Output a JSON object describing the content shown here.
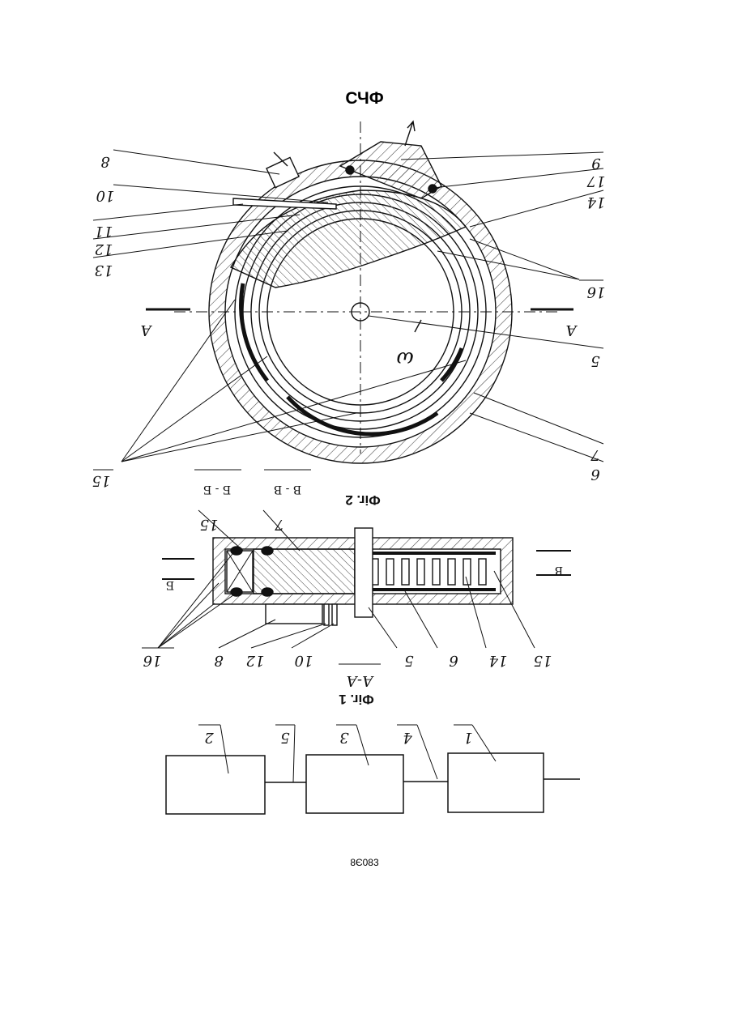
{
  "header": {
    "code": "СЧФ"
  },
  "footer": {
    "number": "8Є083"
  },
  "figures": {
    "fig2": {
      "caption": "Фiг. 2",
      "labels": [
        "8",
        "10",
        "11",
        "12",
        "13",
        "9",
        "17",
        "14",
        "16",
        "5",
        "7",
        "6",
        "15"
      ],
      "section_left": "А",
      "section_right": "А",
      "omega": "ω",
      "section_bb": "Б - Б",
      "section_vv": "В - В"
    },
    "fig1": {
      "caption": "Фiг. 1",
      "section_title": "А-А",
      "labels": [
        "16",
        "8",
        "12",
        "10",
        "5",
        "6",
        "14",
        "15",
        "7",
        "15"
      ],
      "section_b": "Б",
      "section_v": "В"
    },
    "block_diagram": {
      "blocks": [
        "2",
        "3",
        "1"
      ],
      "links": [
        "5",
        "4"
      ]
    }
  },
  "colors": {
    "ink": "#111111",
    "paper": "#ffffff",
    "hatch": "#444444"
  }
}
